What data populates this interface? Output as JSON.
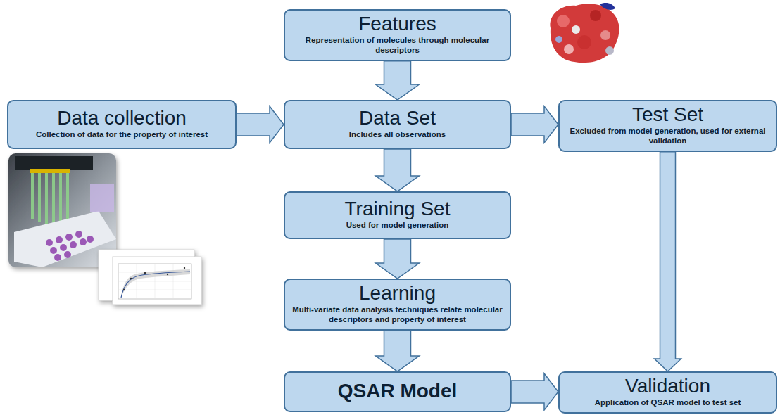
{
  "diagram": {
    "nodes": [
      {
        "text": [
          "Features",
          "Representation of molecules through molecular descriptors"
        ]
      },
      {
        "text": [
          "Data collection",
          "Collection of data for the property of interest"
        ]
      },
      {
        "text": [
          "Data Set",
          "Includes all observations"
        ]
      },
      {
        "text": [
          "Test Set",
          "Excluded from model generation, used for external validation"
        ]
      },
      {
        "text": [
          "Training Set",
          "Used for model generation"
        ]
      },
      {
        "text": [
          "Learning",
          "Multi-variate data analysis techniques relate molecular descriptors and property of interest"
        ]
      },
      {
        "text": [
          "QSAR Model"
        ]
      },
      {
        "text": [
          "Validation",
          "Application of QSAR model to test set"
        ]
      }
    ],
    "edges": [
      {
        "from": 0,
        "to": 2,
        "arrow": "to"
      },
      {
        "from": 1,
        "to": 2,
        "arrow": "to"
      },
      {
        "from": 2,
        "to": 3,
        "arrow": "to"
      },
      {
        "from": 2,
        "to": 4,
        "arrow": "to"
      },
      {
        "from": 4,
        "to": 5,
        "arrow": "to"
      },
      {
        "from": 5,
        "to": 6,
        "arrow": "to"
      },
      {
        "from": 6,
        "to": 7,
        "arrow": "to"
      },
      {
        "from": 3,
        "to": 7,
        "arrow": "to"
      }
    ]
  }
}
